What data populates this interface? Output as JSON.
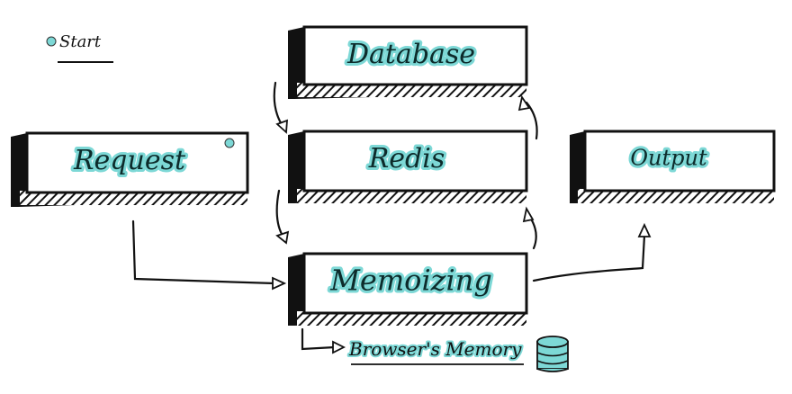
{
  "legend": {
    "start_label": "Start",
    "start_dot_color": "#7dd8d6"
  },
  "nodes": {
    "database": "Database",
    "request": "Request",
    "redis": "Redis",
    "output": "Output",
    "memoizing": "Memoizing"
  },
  "storage": {
    "label": "Browser's Memory",
    "icon": "database-cylinder-icon"
  },
  "colors": {
    "highlight": "#7dd8d6",
    "ink": "#111111"
  }
}
